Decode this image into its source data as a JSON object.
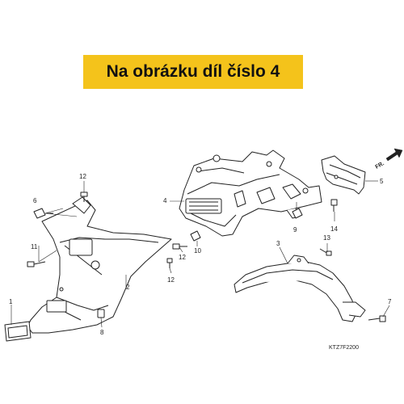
{
  "banner": {
    "text": "Na obrázku díl číslo 4"
  },
  "diagram": {
    "direction_marker": "FR.",
    "figure_code": "KTZ7F2200",
    "callouts": [
      "1",
      "2",
      "3",
      "4",
      "5",
      "6",
      "7",
      "8",
      "9",
      "10",
      "11",
      "12",
      "12",
      "12",
      "13",
      "14"
    ]
  },
  "colors": {
    "banner": "#f4c31b",
    "line": "#222222",
    "fill": "#ffffff"
  }
}
